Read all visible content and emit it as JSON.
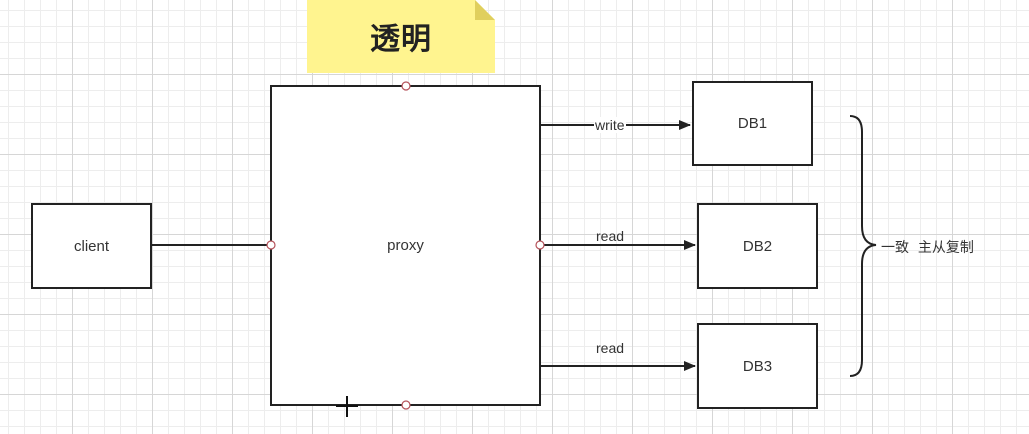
{
  "diagram": {
    "note_title": "透明",
    "nodes": {
      "client": "client",
      "proxy": "proxy",
      "db1": "DB1",
      "db2": "DB2",
      "db3": "DB3"
    },
    "edges": {
      "write": "write",
      "read_db2": "read",
      "read_db3": "read"
    },
    "brace_label": "一致  主从复制"
  }
}
